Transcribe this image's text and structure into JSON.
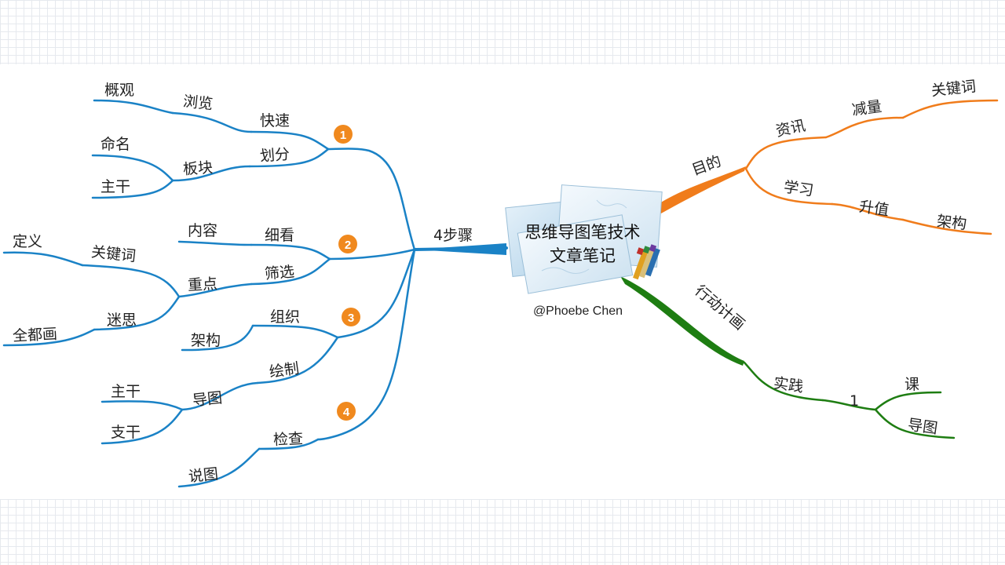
{
  "colors": {
    "blue": "#1a82c6",
    "orange": "#f07c1b",
    "green": "#1e7d12",
    "badge": "#f0891e"
  },
  "center": {
    "title_line1": "思维导图笔技术",
    "title_line2": "文章笔记",
    "author": "@Phoebe Chen",
    "icon": "notes-with-pens-icon"
  },
  "left": {
    "main": "4步骤",
    "steps": [
      {
        "number": "1",
        "fast": "快速",
        "browse": "浏览",
        "overview": "概观",
        "divide": "划分",
        "block": "板块",
        "naming": "命名",
        "trunk": "主干"
      },
      {
        "number": "2",
        "detail": "细看",
        "content": "内容",
        "filter": "筛选",
        "key_point": "重点",
        "keywords": "关键词",
        "definition": "定义",
        "myth": "迷思",
        "draw_all": "全都画"
      },
      {
        "number": "3",
        "organize": "组织",
        "structure": "架构",
        "drawing": "绘制",
        "map": "导图",
        "trunk": "主干",
        "branch": "支干"
      },
      {
        "number": "4",
        "check": "检查",
        "explain_map": "说图"
      }
    ]
  },
  "right_top": {
    "main": "目的",
    "news": "资讯",
    "reduce": "减量",
    "keywords": "关键词",
    "learn": "学习",
    "upgrade": "升值",
    "structure": "架构"
  },
  "right_bottom": {
    "main": "行动计画",
    "practice": "实践",
    "count": "1",
    "lesson": "课",
    "map": "导图"
  }
}
